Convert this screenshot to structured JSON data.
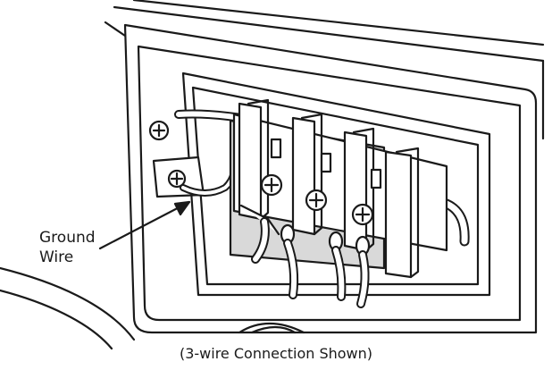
{
  "labels": {
    "ground_wire_line1": "Ground",
    "ground_wire_line2": "Wire",
    "caption": "(3-wire Connection Shown)"
  },
  "colors": {
    "line": "#1a1a1a",
    "fill": "#ffffff",
    "shade": "#d9d9d9"
  }
}
